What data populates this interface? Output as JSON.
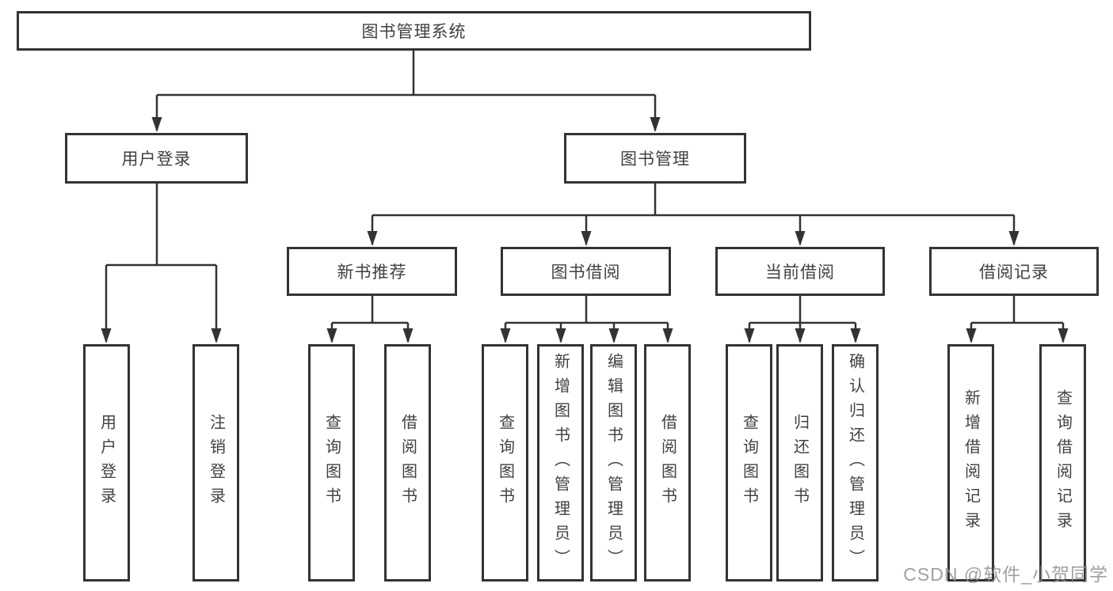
{
  "diagram": {
    "root": {
      "label": "图书管理系统"
    },
    "branches": [
      {
        "label": "用户登录",
        "children": [
          {
            "label": "用户登录"
          },
          {
            "label": "注销登录"
          }
        ]
      },
      {
        "label": "图书管理",
        "children": [
          {
            "label": "新书推荐",
            "children": [
              {
                "label": "查询图书"
              },
              {
                "label": "借阅图书"
              }
            ]
          },
          {
            "label": "图书借阅",
            "children": [
              {
                "label": "查询图书"
              },
              {
                "label": "新增图书（管理员）"
              },
              {
                "label": "编辑图书（管理员）"
              },
              {
                "label": "借阅图书"
              }
            ]
          },
          {
            "label": "当前借阅",
            "children": [
              {
                "label": "查询图书"
              },
              {
                "label": "归还图书"
              },
              {
                "label": "确认归还（管理员）"
              }
            ]
          },
          {
            "label": "借阅记录",
            "children": [
              {
                "label": "新增借阅记录"
              },
              {
                "label": "查询借阅记录"
              }
            ]
          }
        ]
      }
    ]
  },
  "watermark": {
    "text": "CSDN @软件_小贺同学"
  },
  "colors": {
    "line": "#333333",
    "text": "#414141",
    "watermark": "#8f8f8f"
  }
}
